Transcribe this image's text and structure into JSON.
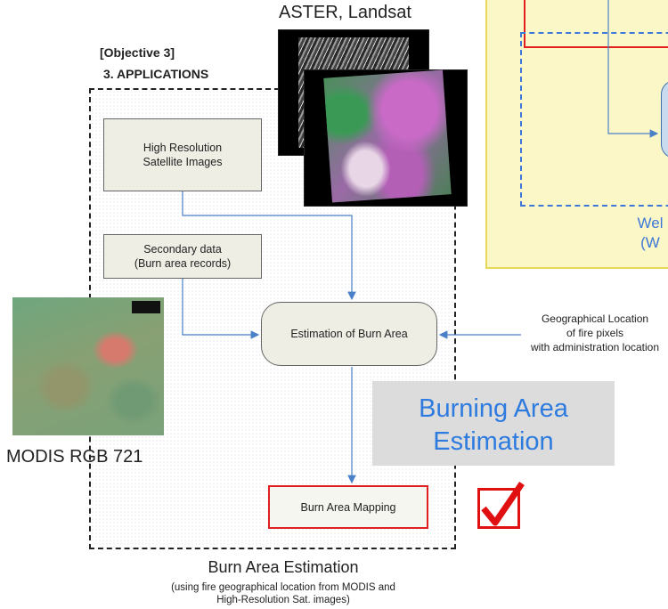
{
  "sat_caption": "ASTER, Landsat",
  "objective_label": "[Objective 3]",
  "section_title": "3. APPLICATIONS",
  "nodes": {
    "high_res": [
      "High Resolution",
      "Satellite Images"
    ],
    "secondary": [
      "Secondary data",
      "(Burn area records)"
    ],
    "estimation": "Estimation of Burn Area",
    "mapping": "Burn Area Mapping"
  },
  "geo_location": [
    "Geographical Location",
    "of fire pixels",
    "with administration location"
  ],
  "modis_caption": "MODIS RGB 721",
  "highlight": [
    "Burning Area",
    "Estimation"
  ],
  "footer_title": "Burn Area Estimation",
  "footer_sub": [
    "(using fire geographical location from MODIS and",
    "High-Resolution Sat. images)"
  ],
  "side_panel": [
    "Wel",
    "(W"
  ],
  "colors": {
    "accent_blue": "#2e7be0",
    "arrow_blue": "#4a80c8",
    "check_red": "#e01010"
  }
}
